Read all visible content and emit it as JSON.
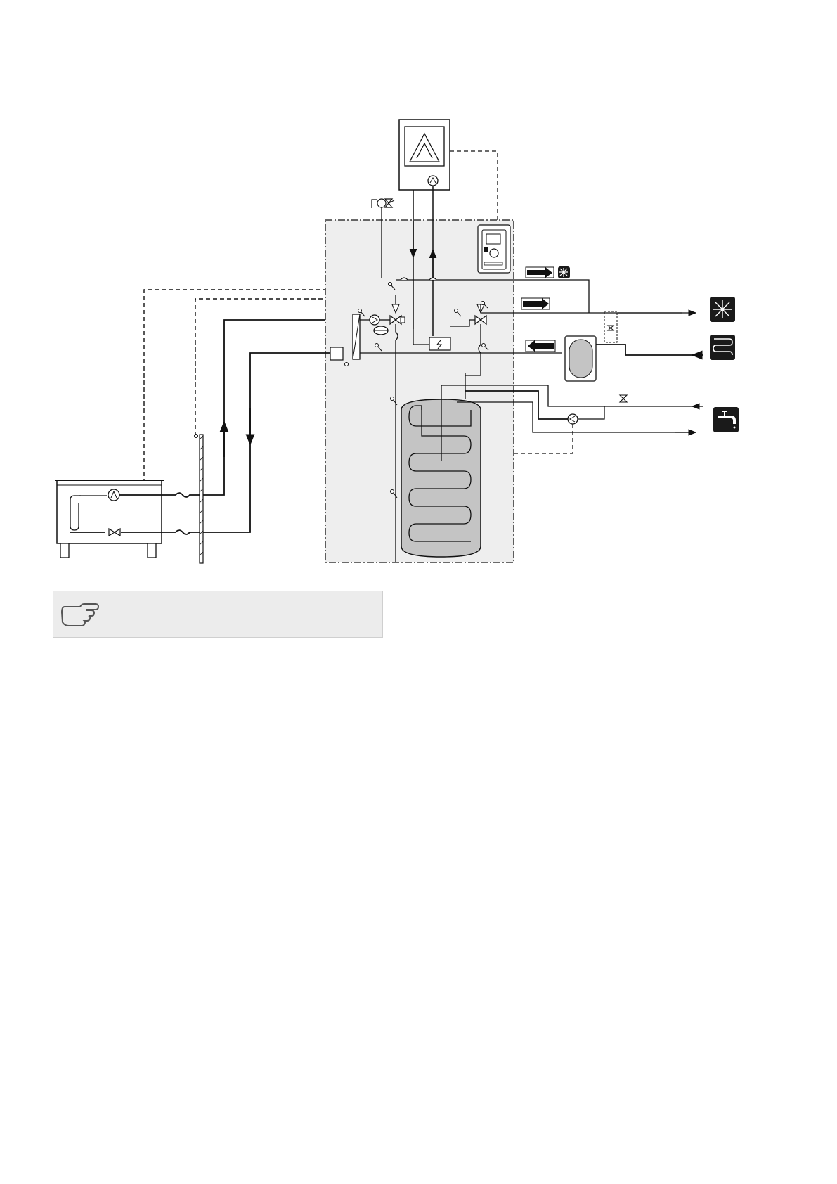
{
  "diagram": {
    "icons": [
      "brine-collector",
      "outdoor-air-heat-pump",
      "indoor-module",
      "control-display",
      "accumulator-tank",
      "buffer-vessel",
      "cooling-output",
      "floor-heating-output",
      "hot-water-tap"
    ]
  },
  "note": {
    "icon": "pointing-hand-icon",
    "text": ""
  },
  "colors": {
    "line": "#111111",
    "module_fill": "#eeeeee",
    "tank_fill": "#c4c4c4",
    "icon_dark": "#1a1a1a",
    "note_bg": "#ececec"
  }
}
